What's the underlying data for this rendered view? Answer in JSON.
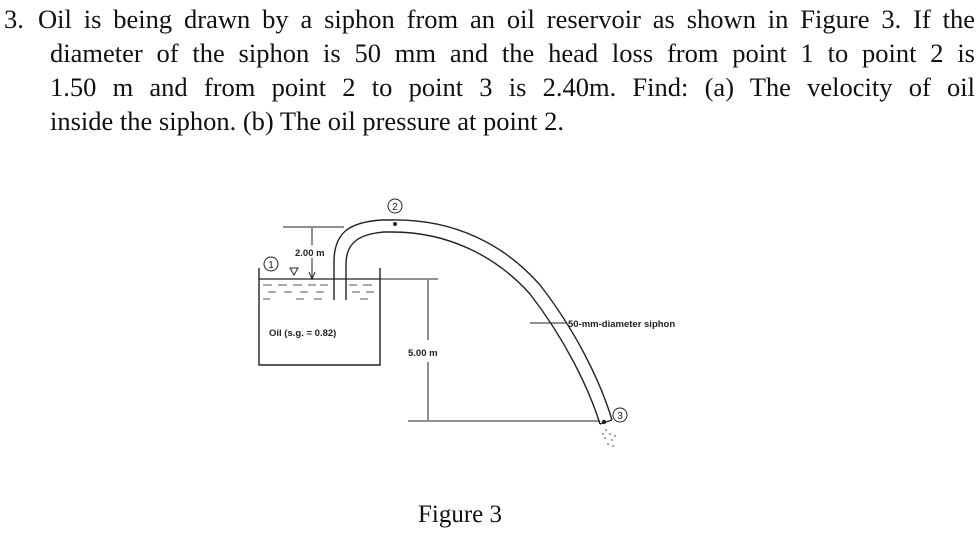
{
  "problem": {
    "number": "3.",
    "lines": [
      "Oil is being drawn by a siphon from an oil reservoir as shown in Figure 3. If the",
      "diameter of the siphon is 50 mm and the head loss from point 1 to point 2 is",
      "1.50 m and from point 2 to point 3 is 2.40m. Find: (a) The velocity of oil",
      "inside the siphon. (b) The oil pressure at point 2."
    ]
  },
  "figure": {
    "caption": "Figure 3",
    "point_1": "1",
    "point_2": "2",
    "point_3": "3",
    "dim_height_above": "2.00 m",
    "dim_height_below": "5.00 m",
    "fluid_label": "Oil (s.g. = 0.82)",
    "siphon_label": "50-mm-diameter siphon"
  }
}
